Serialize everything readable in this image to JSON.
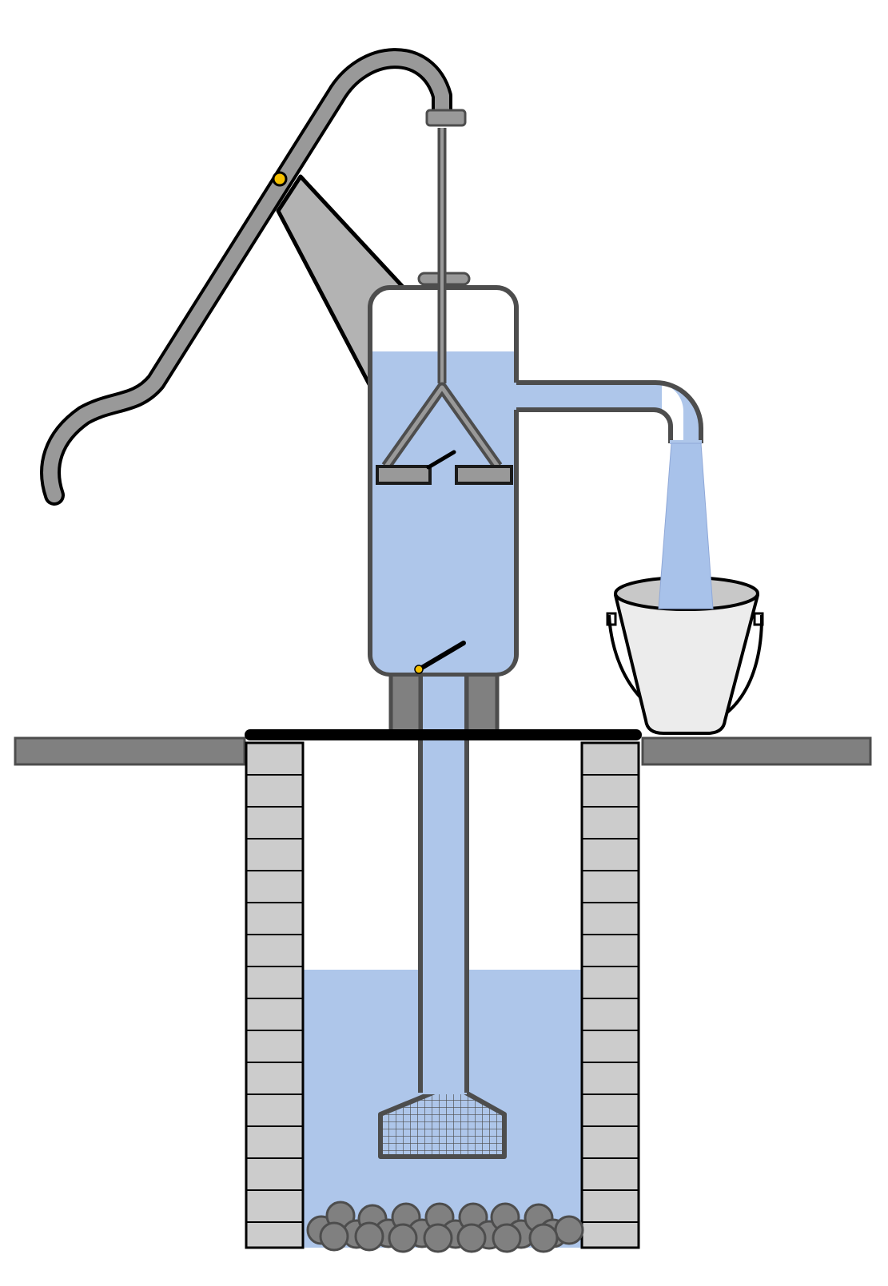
{
  "diagram": {
    "type": "hand-pump-well-cross-section",
    "labels": [],
    "colors": {
      "water": "#aec6ea",
      "water_stream": "#a8c2ea",
      "pump_metal": "#999999",
      "pump_outline": "#4d4d4d",
      "bracket": "#b3b3b3",
      "brick": "#cccccc",
      "ground_slab": "#808080",
      "cover_plate": "#000000",
      "pivot": "#f5c000",
      "bucket": "#ececec",
      "stones": "#808080"
    },
    "components": [
      "pump-handle",
      "pivot-pin",
      "piston-rod",
      "pump-cylinder",
      "piston",
      "piston-valve",
      "foot-valve",
      "spout",
      "water-stream",
      "bucket",
      "suction-pipe",
      "strainer",
      "well-wall-left",
      "well-wall-right",
      "ground-slab",
      "groundwater",
      "gravel"
    ]
  }
}
